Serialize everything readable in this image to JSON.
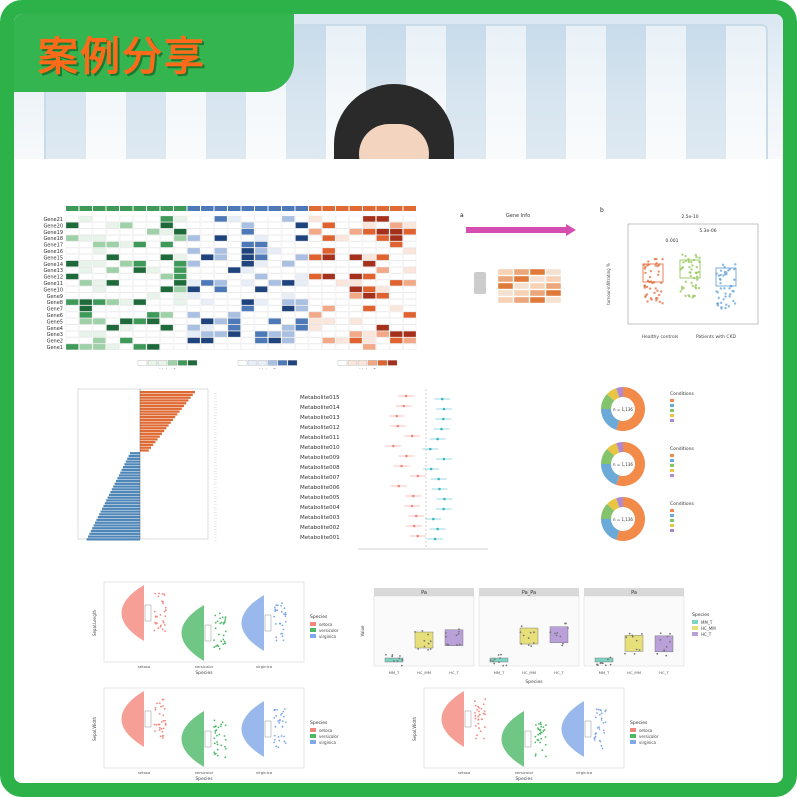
{
  "banner": {
    "title": "案例分享"
  },
  "colors": {
    "frame": "#2db24a",
    "banner_text": "#ff6a1a",
    "salmon": "#f4877d",
    "green": "#4cb865",
    "blue": "#7fa8e8",
    "orange": "#e06a34",
    "steel": "#4f86b8"
  },
  "heatmap": {
    "rows": [
      "Gene21",
      "Gene20",
      "Gene19",
      "Gene18",
      "Gene17",
      "Gene16",
      "Gene15",
      "Gene14",
      "Gene13",
      "Gene12",
      "Gene11",
      "Gene10",
      "Gene9",
      "Gene8",
      "Gene7",
      "Gene6",
      "Gene5",
      "Gene4",
      "Gene3",
      "Gene2",
      "Gene1"
    ],
    "legends": [
      "Value1",
      "Value2",
      "Value3"
    ]
  },
  "pathway": {
    "labels": [
      "Gene Info"
    ],
    "panel_letters": [
      "a",
      "b"
    ]
  },
  "boxplot_top": {
    "ylabel": "tumour-infiltrating %",
    "groups": [
      "Healthy controls",
      "Patients with CKD"
    ],
    "pvalues": [
      "2.5e-10",
      "0.001",
      "5.3e-06"
    ]
  },
  "forest": {
    "items": [
      "Metabolite015",
      "Metabolite014",
      "Metabolite013",
      "Metabolite012",
      "Metabolite011",
      "Metabolite010",
      "Metabolite009",
      "Metabolite008",
      "Metabolite007",
      "Metabolite006",
      "Metabolite005",
      "Metabolite004",
      "Metabolite003",
      "Metabolite002",
      "Metabolite001"
    ]
  },
  "donuts": {
    "center_label": "n = 1,136",
    "legend_title": "Conditions"
  },
  "raincloud": {
    "species_title": "Species",
    "species": [
      "setosa",
      "versicolor",
      "virginica"
    ],
    "xlabel": "Species",
    "ylabel_a": "Sepal.Length",
    "ylabel_b": "Sepal.Width"
  },
  "facet_boxplot": {
    "facets": [
      "Pa",
      "Pa_Pa",
      "Pa"
    ],
    "ylabel": "Value",
    "xlabel": "Species",
    "legend_title": "Species",
    "legend_items": [
      "MM_T",
      "HC_MM",
      "HC_T"
    ]
  }
}
